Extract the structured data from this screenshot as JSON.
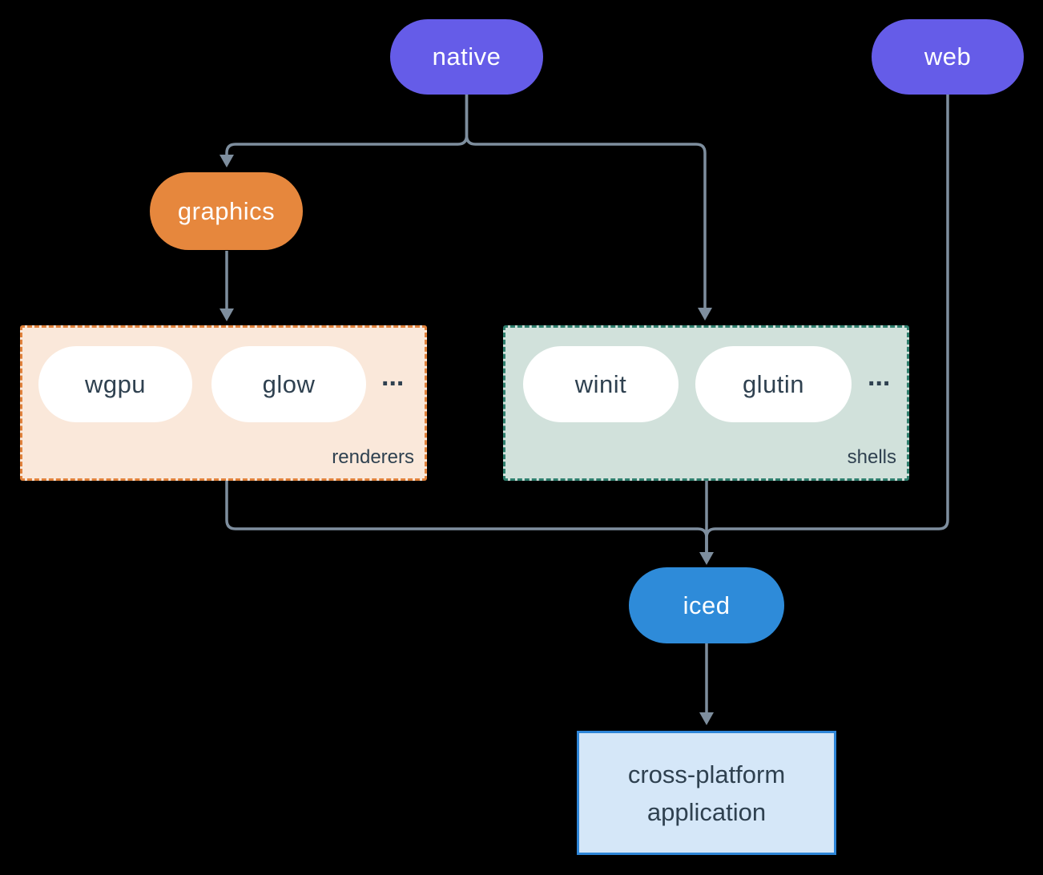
{
  "nodes": {
    "native": {
      "label": "native",
      "fill": "#655CE8",
      "text_color": "#FFFFFF"
    },
    "web": {
      "label": "web",
      "fill": "#655CE8",
      "text_color": "#FFFFFF"
    },
    "graphics": {
      "label": "graphics",
      "fill": "#E6873D",
      "text_color": "#FFFFFF"
    },
    "iced": {
      "label": "iced",
      "fill": "#2E8BD9",
      "text_color": "#FFFFFF"
    },
    "application": {
      "lines": [
        "cross-platform",
        "application"
      ],
      "fill": "#D5E7F8",
      "border": "#2E86D8",
      "text_color": "#2F4150"
    }
  },
  "groups": {
    "renderers": {
      "label": "renderers",
      "fill": "#FAE8DA",
      "border": "#E0813B",
      "items": [
        "wgpu",
        "glow"
      ],
      "more": "..."
    },
    "shells": {
      "label": "shells",
      "fill": "#D1E1DB",
      "border": "#2F7F6E",
      "items": [
        "winit",
        "glutin"
      ],
      "more": "..."
    }
  },
  "edges": [
    {
      "from": "native",
      "to": "graphics"
    },
    {
      "from": "native",
      "to": "shells"
    },
    {
      "from": "graphics",
      "to": "renderers"
    },
    {
      "from": "renderers",
      "to": "iced"
    },
    {
      "from": "shells",
      "to": "iced"
    },
    {
      "from": "web",
      "to": "iced"
    },
    {
      "from": "iced",
      "to": "application"
    }
  ],
  "colors": {
    "background": "#000000",
    "connector_line": "#7E8E9E",
    "dark_text": "#2F4150",
    "light_text": "#FFFFFF",
    "item_pill_fill": "#FFFFFF"
  }
}
